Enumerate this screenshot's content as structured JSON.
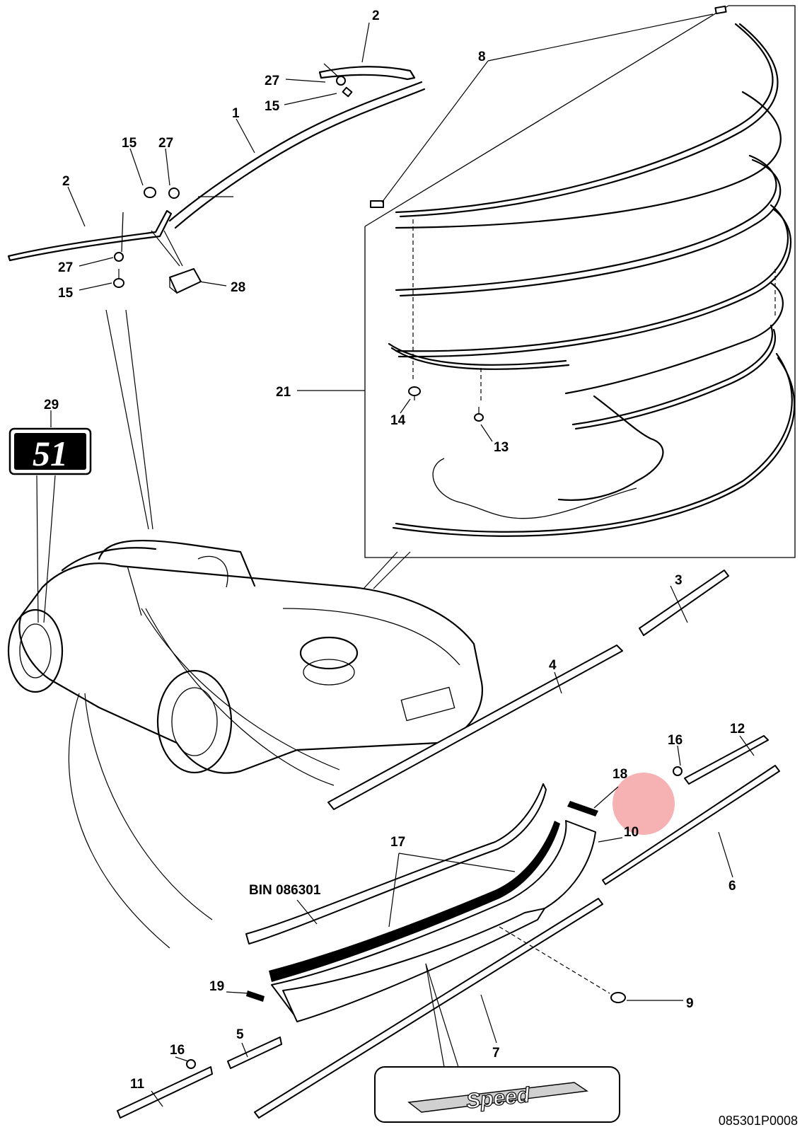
{
  "callouts": {
    "c1": "1",
    "c2a": "2",
    "c2b": "2",
    "c3": "3",
    "c4": "4",
    "c5": "5",
    "c6": "6",
    "c7": "7",
    "c8": "8",
    "c9": "9",
    "c10": "10",
    "c11": "11",
    "c12": "12",
    "c13": "13",
    "c14": "14",
    "c15a": "15",
    "c15b": "15",
    "c15c": "15",
    "c16a": "16",
    "c16b": "16",
    "c17": "17",
    "c18": "18",
    "c19": "19",
    "c21": "21",
    "c27a": "27",
    "c27b": "27",
    "c27c": "27",
    "c28": "28",
    "c29": "29"
  },
  "bin_label": "BIN 086301",
  "diagram_id": "085301P0008",
  "badge_text": "51",
  "speed_plate_text": "Speed",
  "highlight_color": "#f4a5a5"
}
